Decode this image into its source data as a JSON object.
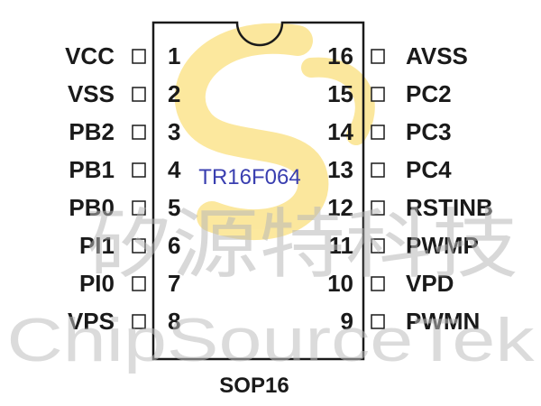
{
  "chip": {
    "name": "TR16F064",
    "package": "SOP16",
    "left_pins": [
      {
        "num": "1",
        "name": "VCC"
      },
      {
        "num": "2",
        "name": "VSS"
      },
      {
        "num": "3",
        "name": "PB2"
      },
      {
        "num": "4",
        "name": "PB1"
      },
      {
        "num": "5",
        "name": "PB0"
      },
      {
        "num": "6",
        "name": "PI1"
      },
      {
        "num": "7",
        "name": "PI0"
      },
      {
        "num": "8",
        "name": "VPS"
      }
    ],
    "right_pins": [
      {
        "num": "16",
        "name": "AVSS"
      },
      {
        "num": "15",
        "name": "PC2"
      },
      {
        "num": "14",
        "name": "PC3"
      },
      {
        "num": "13",
        "name": "PC4"
      },
      {
        "num": "12",
        "name": "RSTINB"
      },
      {
        "num": "11",
        "name": "PWMP"
      },
      {
        "num": "10",
        "name": "VPD"
      },
      {
        "num": "9",
        "name": "PWMN"
      }
    ]
  },
  "watermark": {
    "cjk_text": "矽源特科技",
    "latin_text": "ChipSourceTek",
    "logo_color": "#f6c200"
  },
  "colors": {
    "outline": "#1a1a1a",
    "text": "#1a1a1a",
    "chip_name": "#3a3fb0"
  }
}
